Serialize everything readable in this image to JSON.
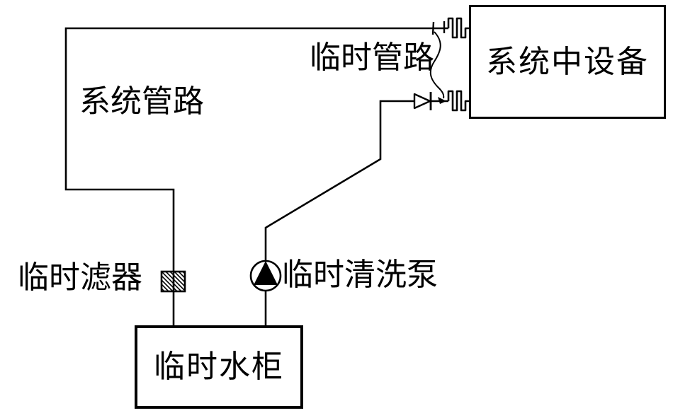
{
  "page": {
    "background_color": "#ffffff",
    "line_color": "#000000"
  },
  "diagram": {
    "type": "piping-schematic",
    "equipment_box": {
      "label": "系统中设备"
    },
    "tank_box": {
      "label": "临时水柜"
    },
    "labels": {
      "system_pipeline": "系统管路",
      "temporary_pipeline": "临时管路",
      "temporary_filter": "临时滤器",
      "temporary_pump": "临时清洗泵"
    },
    "icons": {
      "pump": "circle-with-solid-up-triangle",
      "filter": "diagonally-hatched-square",
      "check_valve": "hollow-right-triangle-with-bar",
      "flexible_hose": "square-wave-squiggle",
      "brace_leader": "s-curve-with-arrow",
      "flange_tick": "short-vertical-tick"
    },
    "connections": [
      "system-pipeline: equipment-box -> top hose -> long loop -> temporary filter -> tank-box",
      "pump-line: tank-box -> temporary pump -> check valve -> bottom hose -> equipment-box"
    ]
  }
}
